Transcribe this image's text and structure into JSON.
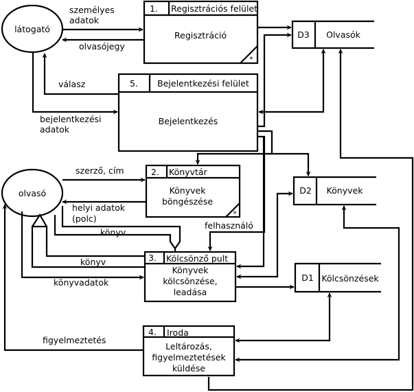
{
  "entities": {
    "visitor": "látogató",
    "reader": "olvasó"
  },
  "processes": [
    {
      "number": "1.",
      "location": "Regisztrációs felület",
      "name_lines": [
        "Regisztráció"
      ],
      "multiple_marker": "*"
    },
    {
      "number": "2.",
      "location": "Könyvtár",
      "name_lines": [
        "Könyvek",
        "böngészése"
      ],
      "multiple_marker": "*"
    },
    {
      "number": "3.",
      "location": "Kölcsönző pult",
      "name_lines": [
        "Könyvek",
        "kölcsönzése,",
        "leadása"
      ]
    },
    {
      "number": "4.",
      "location": "Iroda",
      "name_lines": [
        "Leltározás,",
        "figyelmeztetések",
        "küldése"
      ]
    },
    {
      "number": "5.",
      "location": "Bejelentkezési felület",
      "name_lines": [
        "Bejelentkezés"
      ]
    }
  ],
  "data_stores": [
    {
      "id": "D3",
      "name": "Olvasók"
    },
    {
      "id": "D2",
      "name": "Könyvek"
    },
    {
      "id": "D1",
      "name": "Kölcsönzések"
    }
  ],
  "flows": {
    "personal_data": [
      "személyes",
      "adatok"
    ],
    "reader_card": "olvasójegy",
    "response": "válasz",
    "login_data": [
      "bejelentkezési",
      "adatok"
    ],
    "author_title": "szerző, cím",
    "shelf_location": [
      "helyi adatok",
      "(polc)"
    ],
    "book_1": "könyv",
    "book_2": "könyv",
    "book_data": "könyvadatok",
    "user": "felhasználó",
    "warning": "figyelmeztetés"
  }
}
